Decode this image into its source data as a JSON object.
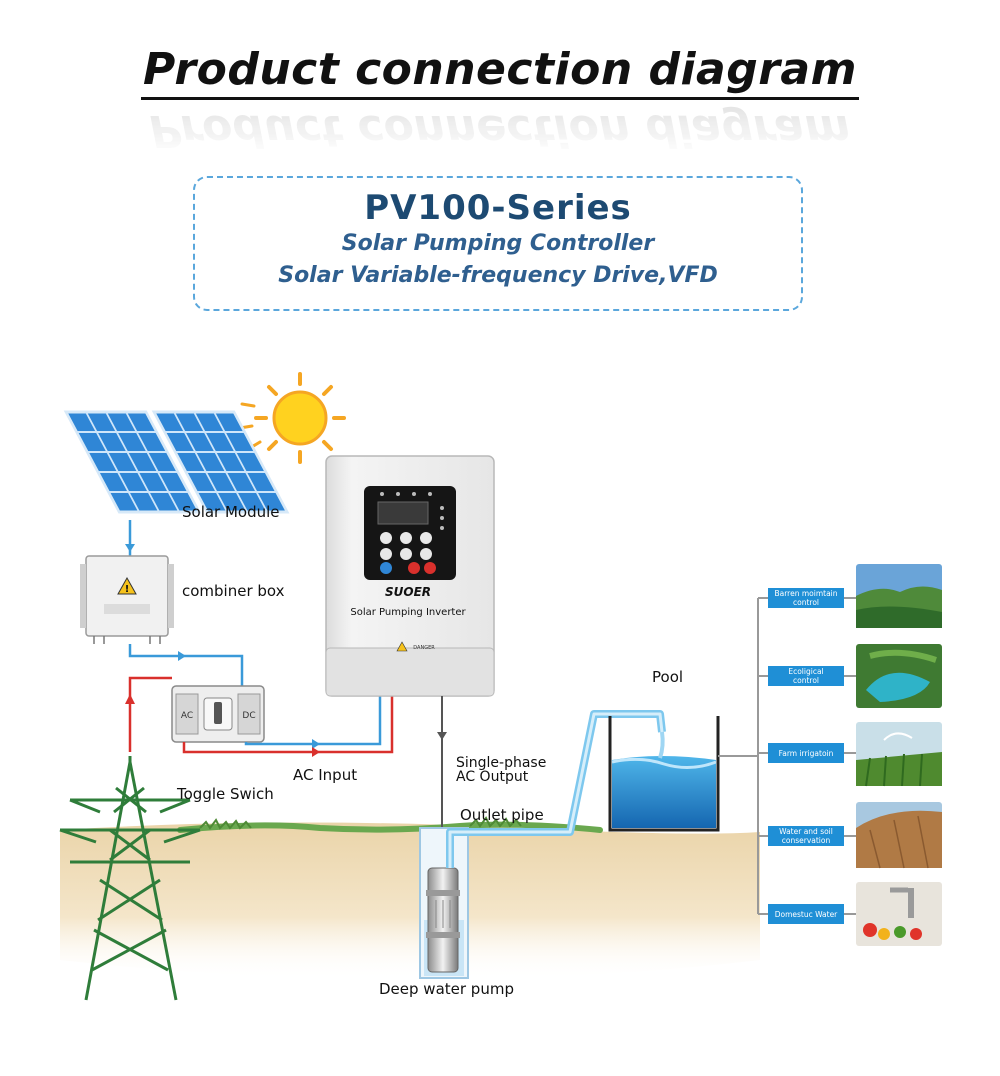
{
  "header": {
    "title": "Product connection diagram"
  },
  "series_box": {
    "title": "PV100-Series",
    "line1": "Solar Pumping Controller",
    "line2": "Solar Variable-frequency Drive,VFD"
  },
  "diagram": {
    "labels": {
      "solar_module": "Solar Module",
      "combiner_box": "combiner box",
      "toggle_switch": "Toggle Swich",
      "ac_input": "AC Input",
      "single_phase_line1": "Single-phase",
      "single_phase_line2": "AC Output",
      "outlet_pipe": "Outlet pipe",
      "pool": "Pool",
      "deep_water_pump": "Deep water pump"
    },
    "inverter": {
      "brand": "SUOER",
      "model_label": "Solar Pumping Inverter",
      "warning": "DANGER"
    },
    "switch_labels": {
      "ac": "AC",
      "dc": "DC"
    },
    "applications": [
      {
        "line1": "Barren moimtain",
        "line2": "control"
      },
      {
        "line1": "Ecoligical",
        "line2": "control"
      },
      {
        "line1": "Farm irrigatoin",
        "line2": ""
      },
      {
        "line1": "Water and soil",
        "line2": "conservation"
      },
      {
        "line1": "Domestuc Water",
        "line2": ""
      }
    ]
  },
  "colors": {
    "title_blue": "#1d4a72",
    "subtitle_blue": "#2f5f8f",
    "dashed_border": "#5aa7dc",
    "dc_wire": "#3a9ad9",
    "ac_wire": "#d9302c",
    "tower_green": "#2f7d3a",
    "app_box": "#1f8fd6"
  }
}
